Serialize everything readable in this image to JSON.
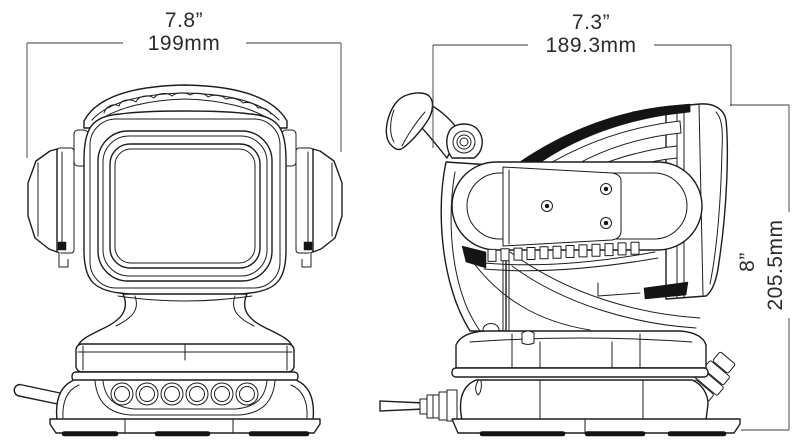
{
  "diagram": {
    "style": {
      "background": "#ffffff",
      "line_color": "#1d1d1d",
      "dimension_color": "#3a3a3a"
    },
    "views": [
      {
        "name": "front",
        "width_dimension": {
          "inches": "7.8”",
          "millimeters": "199mm"
        }
      },
      {
        "name": "side",
        "width_dimension": {
          "inches": "7.3”",
          "millimeters": "189.3mm"
        },
        "height_dimension": {
          "inches": "8”",
          "millimeters": "205.5mm"
        }
      }
    ]
  }
}
